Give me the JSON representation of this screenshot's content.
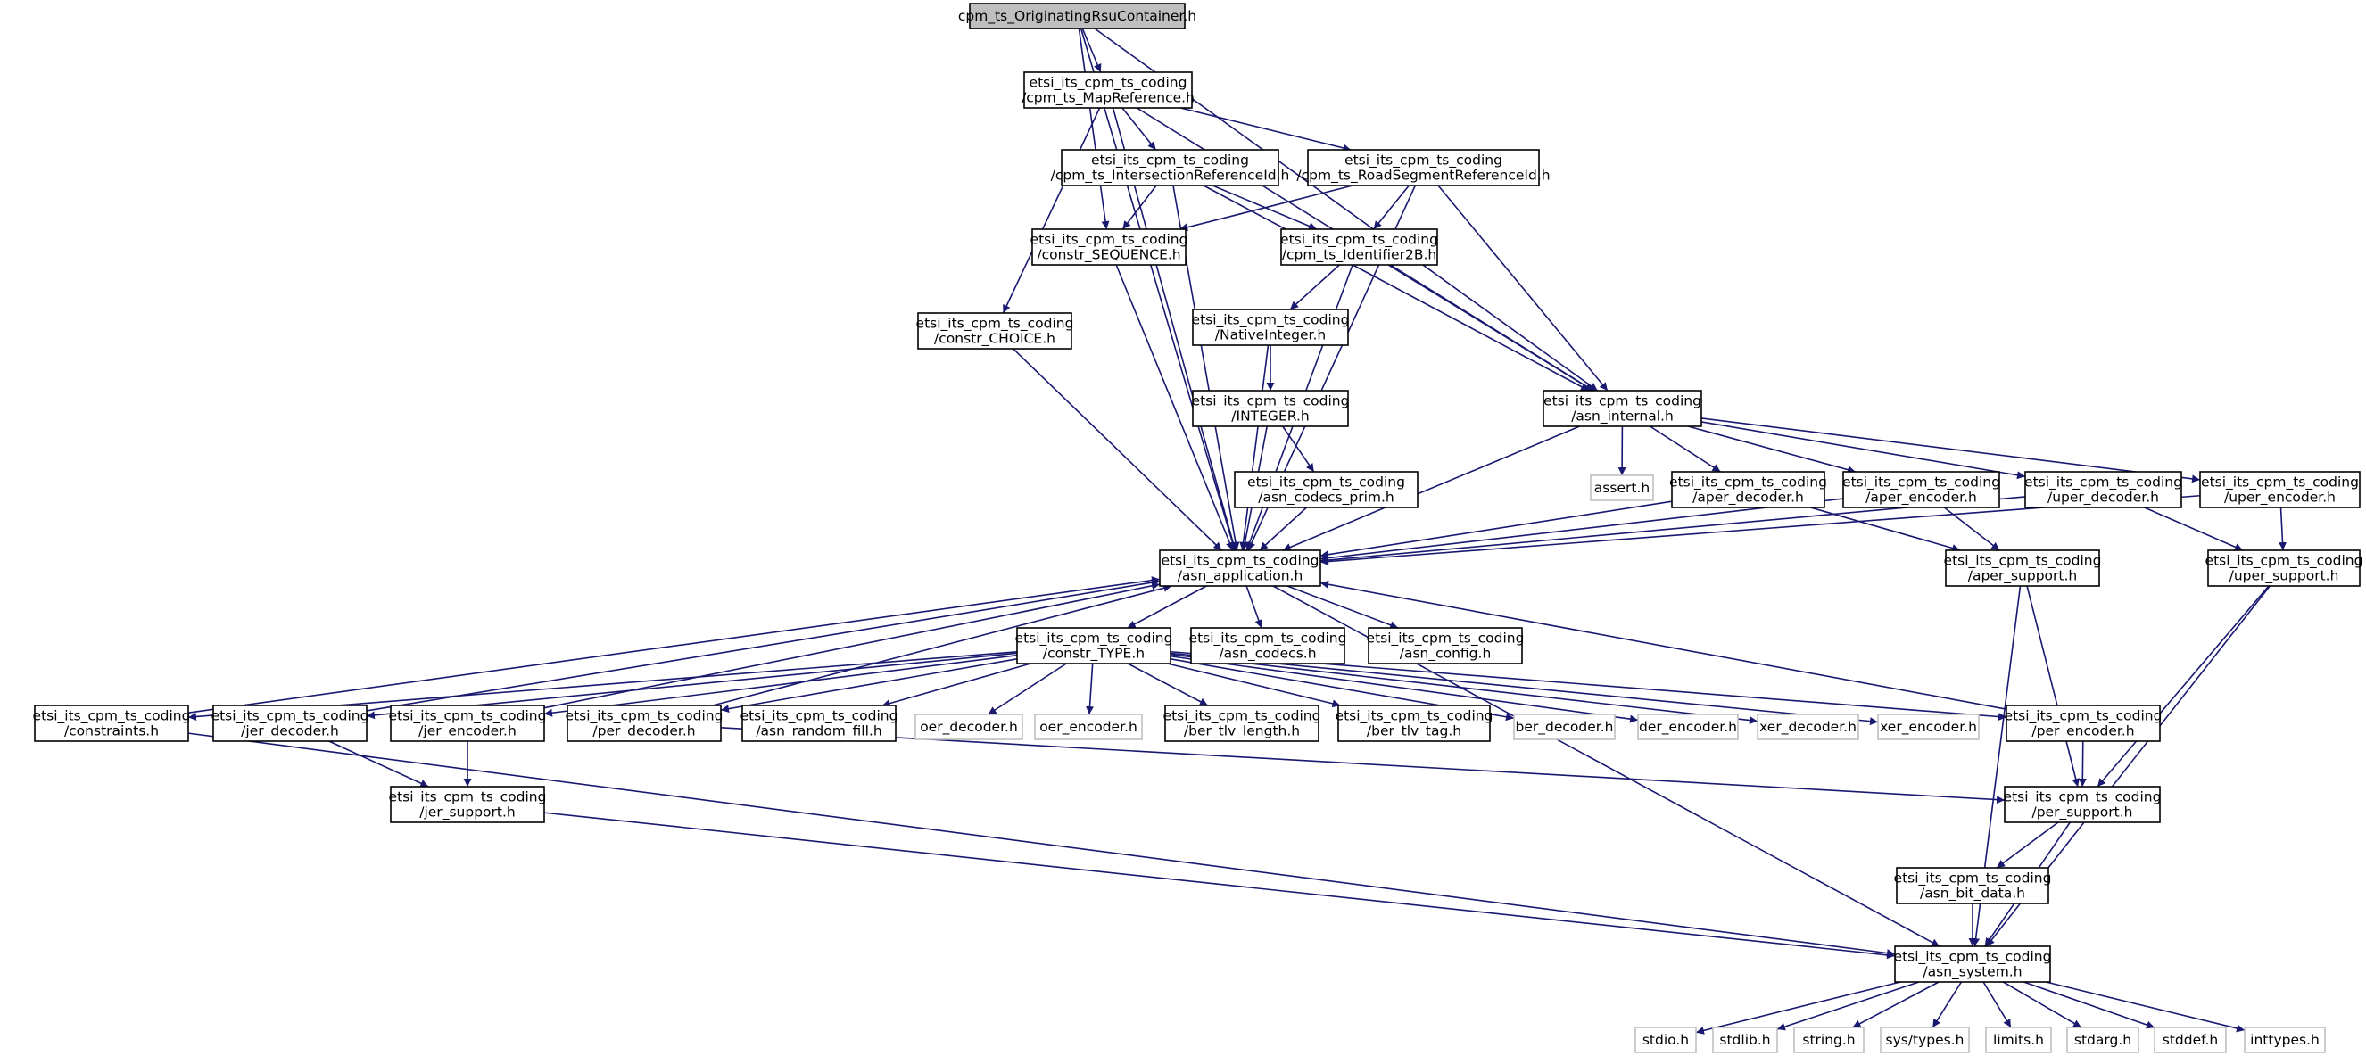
{
  "diagram": {
    "title": "cpm_ts_OriginatingRsuContainer.h",
    "nodes": {
      "root": {
        "lines": [
          "cpm_ts_OriginatingRsuContainer.h"
        ],
        "kind": "root"
      },
      "mapref": {
        "lines": [
          "etsi_its_cpm_ts_coding",
          "/cpm_ts_MapReference.h"
        ],
        "kind": "file"
      },
      "intersect": {
        "lines": [
          "etsi_its_cpm_ts_coding",
          "/cpm_ts_IntersectionReferenceId.h"
        ],
        "kind": "file"
      },
      "roadseg": {
        "lines": [
          "etsi_its_cpm_ts_coding",
          "/cpm_ts_RoadSegmentReferenceId.h"
        ],
        "kind": "file"
      },
      "sequence": {
        "lines": [
          "etsi_its_cpm_ts_coding",
          "/constr_SEQUENCE.h"
        ],
        "kind": "file"
      },
      "ident2b": {
        "lines": [
          "etsi_its_cpm_ts_coding",
          "/cpm_ts_Identifier2B.h"
        ],
        "kind": "file"
      },
      "choice": {
        "lines": [
          "etsi_its_cpm_ts_coding",
          "/constr_CHOICE.h"
        ],
        "kind": "file"
      },
      "nativeint": {
        "lines": [
          "etsi_its_cpm_ts_coding",
          "/NativeInteger.h"
        ],
        "kind": "file"
      },
      "integer": {
        "lines": [
          "etsi_its_cpm_ts_coding",
          "/INTEGER.h"
        ],
        "kind": "file"
      },
      "asninternal": {
        "lines": [
          "etsi_its_cpm_ts_coding",
          "/asn_internal.h"
        ],
        "kind": "file"
      },
      "codecsprim": {
        "lines": [
          "etsi_its_cpm_ts_coding",
          "/asn_codecs_prim.h"
        ],
        "kind": "file"
      },
      "assert": {
        "lines": [
          "assert.h"
        ],
        "kind": "sys"
      },
      "aperdec": {
        "lines": [
          "etsi_its_cpm_ts_coding",
          "/aper_decoder.h"
        ],
        "kind": "file"
      },
      "aperenc": {
        "lines": [
          "etsi_its_cpm_ts_coding",
          "/aper_encoder.h"
        ],
        "kind": "file"
      },
      "uperdec": {
        "lines": [
          "etsi_its_cpm_ts_coding",
          "/uper_decoder.h"
        ],
        "kind": "file"
      },
      "uperenc": {
        "lines": [
          "etsi_its_cpm_ts_coding",
          "/uper_encoder.h"
        ],
        "kind": "file"
      },
      "asnapp": {
        "lines": [
          "etsi_its_cpm_ts_coding",
          "/asn_application.h"
        ],
        "kind": "file"
      },
      "apersup": {
        "lines": [
          "etsi_its_cpm_ts_coding",
          "/aper_support.h"
        ],
        "kind": "file"
      },
      "upersup": {
        "lines": [
          "etsi_its_cpm_ts_coding",
          "/uper_support.h"
        ],
        "kind": "file"
      },
      "constrtype": {
        "lines": [
          "etsi_its_cpm_ts_coding",
          "/constr_TYPE.h"
        ],
        "kind": "file"
      },
      "asncodecs": {
        "lines": [
          "etsi_its_cpm_ts_coding",
          "/asn_codecs.h"
        ],
        "kind": "file"
      },
      "asnconfig": {
        "lines": [
          "etsi_its_cpm_ts_coding",
          "/asn_config.h"
        ],
        "kind": "file"
      },
      "constraints": {
        "lines": [
          "etsi_its_cpm_ts_coding",
          "/constraints.h"
        ],
        "kind": "file"
      },
      "jerdec": {
        "lines": [
          "etsi_its_cpm_ts_coding",
          "/jer_decoder.h"
        ],
        "kind": "file"
      },
      "jerenc": {
        "lines": [
          "etsi_its_cpm_ts_coding",
          "/jer_encoder.h"
        ],
        "kind": "file"
      },
      "perdec": {
        "lines": [
          "etsi_its_cpm_ts_coding",
          "/per_decoder.h"
        ],
        "kind": "file"
      },
      "randomfill": {
        "lines": [
          "etsi_its_cpm_ts_coding",
          "/asn_random_fill.h"
        ],
        "kind": "file"
      },
      "oerdec": {
        "lines": [
          "oer_decoder.h"
        ],
        "kind": "sys"
      },
      "oerenc": {
        "lines": [
          "oer_encoder.h"
        ],
        "kind": "sys"
      },
      "bertlvlen": {
        "lines": [
          "etsi_its_cpm_ts_coding",
          "/ber_tlv_length.h"
        ],
        "kind": "file"
      },
      "bertlvtag": {
        "lines": [
          "etsi_its_cpm_ts_coding",
          "/ber_tlv_tag.h"
        ],
        "kind": "file"
      },
      "berdec": {
        "lines": [
          "ber_decoder.h"
        ],
        "kind": "sys"
      },
      "derenc": {
        "lines": [
          "der_encoder.h"
        ],
        "kind": "sys"
      },
      "xerdec": {
        "lines": [
          "xer_decoder.h"
        ],
        "kind": "sys"
      },
      "xerenc": {
        "lines": [
          "xer_encoder.h"
        ],
        "kind": "sys"
      },
      "perenc": {
        "lines": [
          "etsi_its_cpm_ts_coding",
          "/per_encoder.h"
        ],
        "kind": "file"
      },
      "jersup": {
        "lines": [
          "etsi_its_cpm_ts_coding",
          "/jer_support.h"
        ],
        "kind": "file"
      },
      "persup": {
        "lines": [
          "etsi_its_cpm_ts_coding",
          "/per_support.h"
        ],
        "kind": "file"
      },
      "bitdata": {
        "lines": [
          "etsi_its_cpm_ts_coding",
          "/asn_bit_data.h"
        ],
        "kind": "file"
      },
      "asnsystem": {
        "lines": [
          "etsi_its_cpm_ts_coding",
          "/asn_system.h"
        ],
        "kind": "file"
      },
      "stdio": {
        "lines": [
          "stdio.h"
        ],
        "kind": "sys"
      },
      "stdlib": {
        "lines": [
          "stdlib.h"
        ],
        "kind": "sys"
      },
      "string": {
        "lines": [
          "string.h"
        ],
        "kind": "sys"
      },
      "systypes": {
        "lines": [
          "sys/types.h"
        ],
        "kind": "sys"
      },
      "limits": {
        "lines": [
          "limits.h"
        ],
        "kind": "sys"
      },
      "stdarg": {
        "lines": [
          "stdarg.h"
        ],
        "kind": "sys"
      },
      "stddef": {
        "lines": [
          "stddef.h"
        ],
        "kind": "sys"
      },
      "inttypes": {
        "lines": [
          "inttypes.h"
        ],
        "kind": "sys"
      }
    },
    "edges": [
      [
        "root",
        "mapref"
      ],
      [
        "root",
        "sequence"
      ],
      [
        "root",
        "asnapp"
      ],
      [
        "root",
        "asninternal"
      ],
      [
        "mapref",
        "intersect"
      ],
      [
        "mapref",
        "roadseg"
      ],
      [
        "mapref",
        "choice"
      ],
      [
        "mapref",
        "asnapp"
      ],
      [
        "mapref",
        "asninternal"
      ],
      [
        "intersect",
        "sequence"
      ],
      [
        "intersect",
        "ident2b"
      ],
      [
        "intersect",
        "asnapp"
      ],
      [
        "intersect",
        "asninternal"
      ],
      [
        "roadseg",
        "sequence"
      ],
      [
        "roadseg",
        "ident2b"
      ],
      [
        "roadseg",
        "asnapp"
      ],
      [
        "roadseg",
        "asninternal"
      ],
      [
        "sequence",
        "asnapp"
      ],
      [
        "choice",
        "asnapp"
      ],
      [
        "ident2b",
        "nativeint"
      ],
      [
        "ident2b",
        "asnapp"
      ],
      [
        "ident2b",
        "asninternal"
      ],
      [
        "nativeint",
        "integer"
      ],
      [
        "nativeint",
        "asnapp"
      ],
      [
        "integer",
        "codecsprim"
      ],
      [
        "integer",
        "asnapp"
      ],
      [
        "codecsprim",
        "asnapp"
      ],
      [
        "asninternal",
        "asnapp"
      ],
      [
        "asninternal",
        "assert"
      ],
      [
        "asninternal",
        "aperdec"
      ],
      [
        "asninternal",
        "aperenc"
      ],
      [
        "asninternal",
        "uperdec"
      ],
      [
        "asninternal",
        "uperenc"
      ],
      [
        "aperdec",
        "asnapp"
      ],
      [
        "aperdec",
        "apersup"
      ],
      [
        "aperenc",
        "asnapp"
      ],
      [
        "aperenc",
        "apersup"
      ],
      [
        "uperdec",
        "asnapp"
      ],
      [
        "uperdec",
        "upersup"
      ],
      [
        "uperenc",
        "asnapp"
      ],
      [
        "uperenc",
        "upersup"
      ],
      [
        "apersup",
        "persup"
      ],
      [
        "apersup",
        "asnsystem"
      ],
      [
        "upersup",
        "persup"
      ],
      [
        "upersup",
        "asnsystem"
      ],
      [
        "asnapp",
        "constrtype"
      ],
      [
        "asnapp",
        "asncodecs"
      ],
      [
        "asnapp",
        "asnconfig"
      ],
      [
        "asnapp",
        "asnsystem"
      ],
      [
        "constrtype",
        "constraints"
      ],
      [
        "constrtype",
        "jerdec"
      ],
      [
        "constrtype",
        "jerenc"
      ],
      [
        "constrtype",
        "perdec"
      ],
      [
        "constrtype",
        "randomfill"
      ],
      [
        "constrtype",
        "oerdec"
      ],
      [
        "constrtype",
        "oerenc"
      ],
      [
        "constrtype",
        "bertlvlen"
      ],
      [
        "constrtype",
        "bertlvtag"
      ],
      [
        "constrtype",
        "berdec"
      ],
      [
        "constrtype",
        "derenc"
      ],
      [
        "constrtype",
        "xerdec"
      ],
      [
        "constrtype",
        "xerenc"
      ],
      [
        "constrtype",
        "perenc"
      ],
      [
        "constraints",
        "asnapp"
      ],
      [
        "constraints",
        "asnsystem"
      ],
      [
        "jerdec",
        "asnapp"
      ],
      [
        "jerdec",
        "jersup"
      ],
      [
        "jerenc",
        "asnapp"
      ],
      [
        "jerenc",
        "jersup"
      ],
      [
        "perdec",
        "asnapp"
      ],
      [
        "perdec",
        "persup"
      ],
      [
        "perenc",
        "asnapp"
      ],
      [
        "perenc",
        "persup"
      ],
      [
        "jersup",
        "asnsystem"
      ],
      [
        "persup",
        "bitdata"
      ],
      [
        "persup",
        "asnsystem"
      ],
      [
        "bitdata",
        "asnsystem"
      ],
      [
        "asnsystem",
        "stdio"
      ],
      [
        "asnsystem",
        "stdlib"
      ],
      [
        "asnsystem",
        "string"
      ],
      [
        "asnsystem",
        "systypes"
      ],
      [
        "asnsystem",
        "limits"
      ],
      [
        "asnsystem",
        "stdarg"
      ],
      [
        "asnsystem",
        "stddef"
      ],
      [
        "asnsystem",
        "inttypes"
      ]
    ]
  }
}
